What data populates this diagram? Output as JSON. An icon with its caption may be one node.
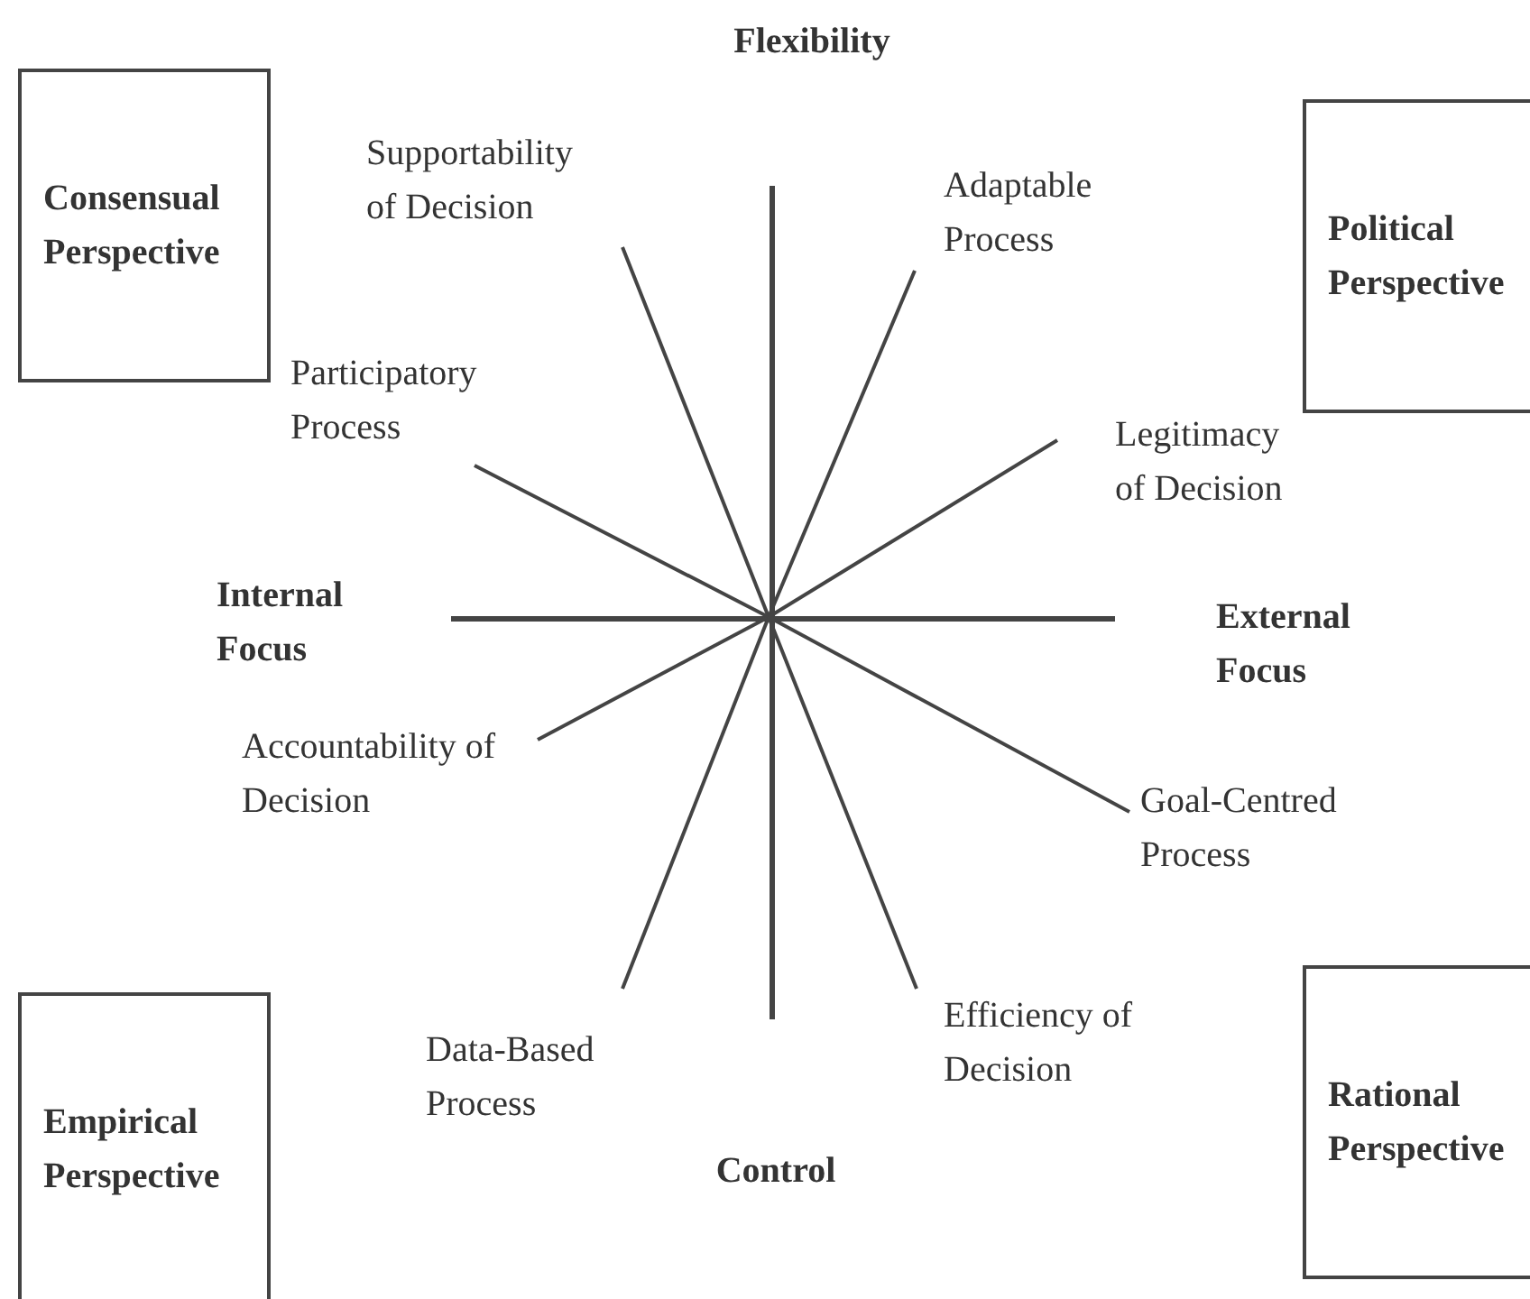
{
  "diagram": {
    "nodes": [
      {
        "text": [
          "Consensual Perspective"
        ]
      },
      {
        "text": [
          "Political Perspective"
        ]
      },
      {
        "text": [
          "Empirical Perspective"
        ]
      },
      {
        "text": [
          "Rational Perspective"
        ]
      }
    ],
    "labels": [
      "Flexibility",
      "Supportability of Decision",
      "Adaptable Process",
      "Participatory Process",
      "Legitimacy of Decision",
      "Internal Focus",
      "External Focus",
      "Accountability of Decision",
      "Goal-Centred Process",
      "Data-Based Process",
      "Efficiency of Decision",
      "Control"
    ]
  }
}
